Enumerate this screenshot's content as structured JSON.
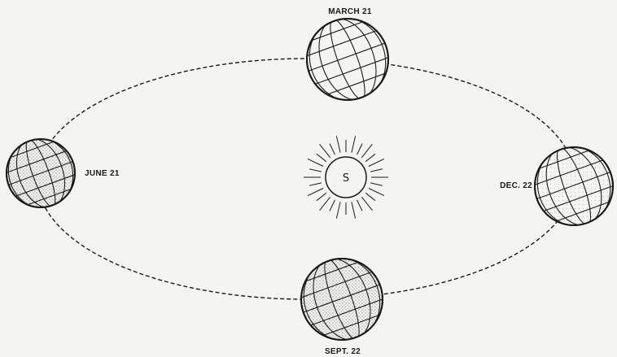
{
  "diagram": {
    "sun": {
      "label": "S"
    },
    "earth_positions": [
      {
        "id": "march",
        "label": "MARCH 21",
        "shading": "none"
      },
      {
        "id": "june",
        "label": "JUNE 21",
        "shading": "dotted"
      },
      {
        "id": "sept",
        "label": "SEPT. 22",
        "shading": "dotted"
      },
      {
        "id": "dec",
        "label": "DEC. 22",
        "shading": "light"
      }
    ],
    "colors": {
      "ink": "#1a1a1a",
      "paper": "#f4f4f1"
    }
  }
}
